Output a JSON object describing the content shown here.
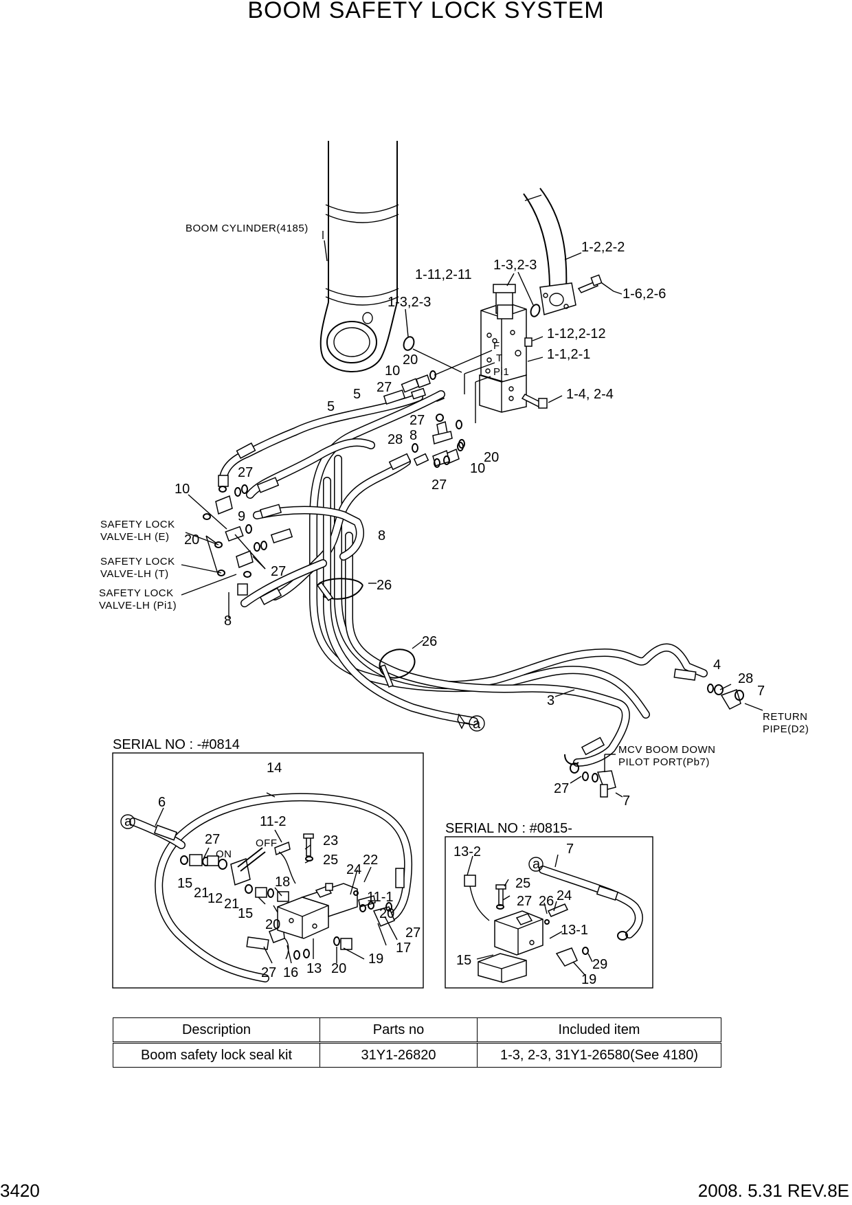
{
  "title": "BOOM SAFETY LOCK SYSTEM",
  "labels": {
    "boom_cylinder": "BOOM CYLINDER(4185)",
    "l_1_2": "1-2,2-2",
    "l_1_6": "1-6,2-6",
    "l_1_3a": "1-3,2-3",
    "l_1_11": "1-11,2-11",
    "l_1_3b": "1-3,2-3",
    "l_1_12": "1-12,2-12",
    "l_1_1": "1-1,2-1",
    "l_1_4": "1-4, 2-4",
    "port_f": "F",
    "port_t": "T",
    "port_pi1": "Pi1",
    "n20a": "20",
    "n10a": "10",
    "n27a": "27",
    "n5a": "5",
    "n5b": "5",
    "n27b": "27",
    "n8a": "8",
    "n28a": "28",
    "n20b": "20",
    "n10b": "10",
    "n27c": "27",
    "n27d": "27",
    "n10c": "10",
    "n9": "9",
    "n20c": "20",
    "n27e": "27",
    "n8b": "8",
    "n8c": "8",
    "n26a": "26",
    "n26b": "26",
    "n4": "4",
    "n28b": "28",
    "n7a": "7",
    "n3": "3",
    "circle_a": "a",
    "sl_e_1": "SAFETY LOCK",
    "sl_e_2": "VALVE-LH (E)",
    "sl_t_1": "SAFETY LOCK",
    "sl_t_2": "VALVE-LH (T)",
    "sl_p_1": "SAFETY LOCK",
    "sl_p_2": "VALVE-LH (Pi1)",
    "return_1": "RETURN",
    "return_2": "PIPE(D2)",
    "mcv_1": "MCV BOOM DOWN",
    "mcv_2": "PILOT PORT(Pb7)",
    "n27f": "27",
    "n7b": "7"
  },
  "inset1": {
    "serial": "SERIAL NO : -#0814",
    "labels": {
      "n14": "14",
      "n6": "6",
      "a": "a",
      "n11_2": "11-2",
      "n23": "23",
      "n25": "25",
      "n27a": "27",
      "on": "ON",
      "off": "OFF",
      "n24": "24",
      "n22": "22",
      "n18": "18",
      "n15a": "15",
      "n21a": "21",
      "n12": "12",
      "n21b": "21",
      "n15b": "15",
      "n11_1": "11-1",
      "n20a": "20",
      "n20b": "20",
      "n27b": "27",
      "n17": "17",
      "n19": "19",
      "n27c": "27",
      "n16": "16",
      "n13": "13",
      "n20c": "20"
    }
  },
  "inset2": {
    "serial": "SERIAL NO : #0815-",
    "labels": {
      "n13_2": "13-2",
      "a": "a",
      "n7": "7",
      "n25": "25",
      "n27": "27",
      "n26": "26",
      "n24": "24",
      "n13_1": "13-1",
      "n15": "15",
      "n29": "29",
      "n19": "19"
    }
  },
  "kit_table": {
    "headers": [
      "Description",
      "Parts no",
      "Included item"
    ],
    "rows": [
      [
        "Boom safety lock seal kit",
        "31Y1-26820",
        "1-3, 2-3, 31Y1-26580(See 4180)"
      ]
    ]
  },
  "footer": {
    "page": "3420",
    "revision": "2008. 5.31 REV.8E"
  }
}
